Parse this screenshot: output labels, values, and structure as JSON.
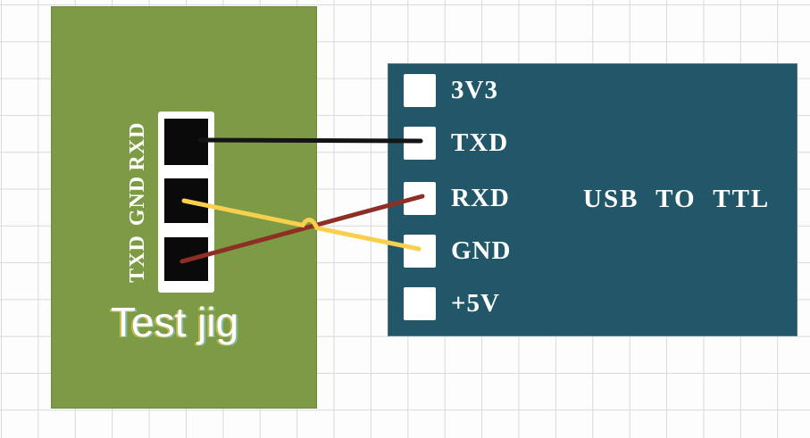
{
  "diagram": {
    "grid": {
      "background_color": "#fdfdfd",
      "line_color": "#d9d9d9"
    },
    "test_jig": {
      "label": "Test jig",
      "board_color": "#7d9b44",
      "pin_labels": [
        "RXD",
        "GND",
        "TXD"
      ],
      "pin_color": "#0a0a0a",
      "connector_color": "#ffffff"
    },
    "usb_ttl": {
      "label": "USB TO TTL",
      "board_color": "#215768",
      "pin_labels": [
        "3V3",
        "TXD",
        "RXD",
        "GND",
        "+5V"
      ],
      "pin_color": "#ffffff"
    },
    "wires": [
      {
        "name": "black-wire",
        "color": "#141414",
        "from": "Test jig RXD",
        "to": "USB TO TTL TXD"
      },
      {
        "name": "red-wire",
        "color": "#8e2f25",
        "from": "Test jig TXD",
        "to": "USB TO TTL RXD"
      },
      {
        "name": "yellow-wire",
        "color": "#f9d04e",
        "from": "Test jig GND",
        "to": "USB TO TTL GND"
      }
    ]
  }
}
